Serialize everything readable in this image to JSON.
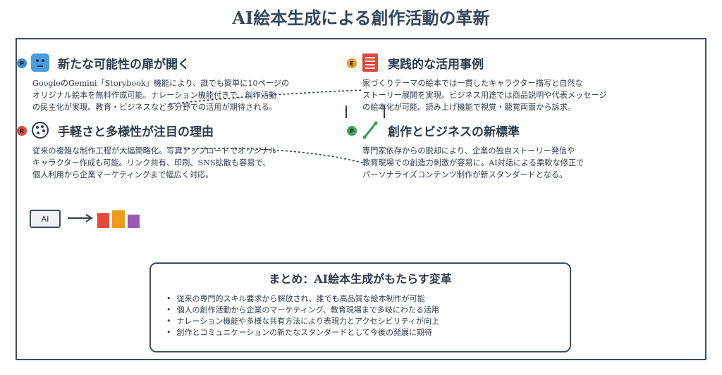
{
  "title": "AI絵本生成による創作活動の革新",
  "sections": [
    {
      "badge": "P",
      "badge_color": "#3b8fd4",
      "icon": "robot-face-icon",
      "heading": "新たな可能性の扉が開く",
      "lines": [
        "GoogleのGemini「Storybook」機能により、誰でも簡単に10ページの",
        "オリジナル絵本を無料作成可能。ナレーション機能付きで、創作活動",
        "の民主化が実現。教育・ビジネスなど多分野での活用が期待される。"
      ]
    },
    {
      "badge": "E",
      "badge_color": "#e69b24",
      "icon": "book-icon",
      "heading": "実践的な活用事例",
      "lines": [
        "家づくりテーマの絵本では一貫したキャラクター描写と自然な",
        "ストーリー展開を実現。ビジネス用途では商品説明や代表メッセージ",
        "の絵本化が可能。読み上げ機能で視覚・聴覚両面から訴求。"
      ]
    },
    {
      "badge": "R",
      "badge_color": "#e0473c",
      "icon": "palette-icon",
      "heading": "手軽さと多様性が注目の理由",
      "lines": [
        "従来の複雑な制作工程が大幅簡略化。写真アップロードでオリジナル",
        "キャラクター作成も可能。リンク共有、印刷、SNS拡散も容易で、",
        "個人利用から企業マーケティングまで幅広く対応。"
      ]
    },
    {
      "badge": "P",
      "badge_color": "#3aa55c",
      "icon": "pen-icon",
      "heading": "創作とビジネスの新標準",
      "lines": [
        "専門家依存からの脱却により、企業の独自ストーリー発信や",
        "教育現場での創造力刺激が容易に。AI対話による柔軟な修正で",
        "パーソナライズコンテンツ制作が新スタンダードとなる。"
      ]
    }
  ],
  "flow": {
    "ai_label": "AI",
    "output_colors": [
      "#e8473a",
      "#ef9a1f",
      "#9b59b6"
    ]
  },
  "summary": {
    "title": "まとめ：AI絵本生成がもたらす変革",
    "items": [
      "従来の専門的スキル要求から解放され、誰でも高品質な絵本制作が可能",
      "個人の創作活動から企業のマーケティング、教育現場まで多岐にわたる活用",
      "ナレーション機能や多様な共有方法により表現力とアクセシビリティが向上",
      "創作とコミュニケーションの新たなスタンダードとして今後の発展に期待"
    ]
  }
}
